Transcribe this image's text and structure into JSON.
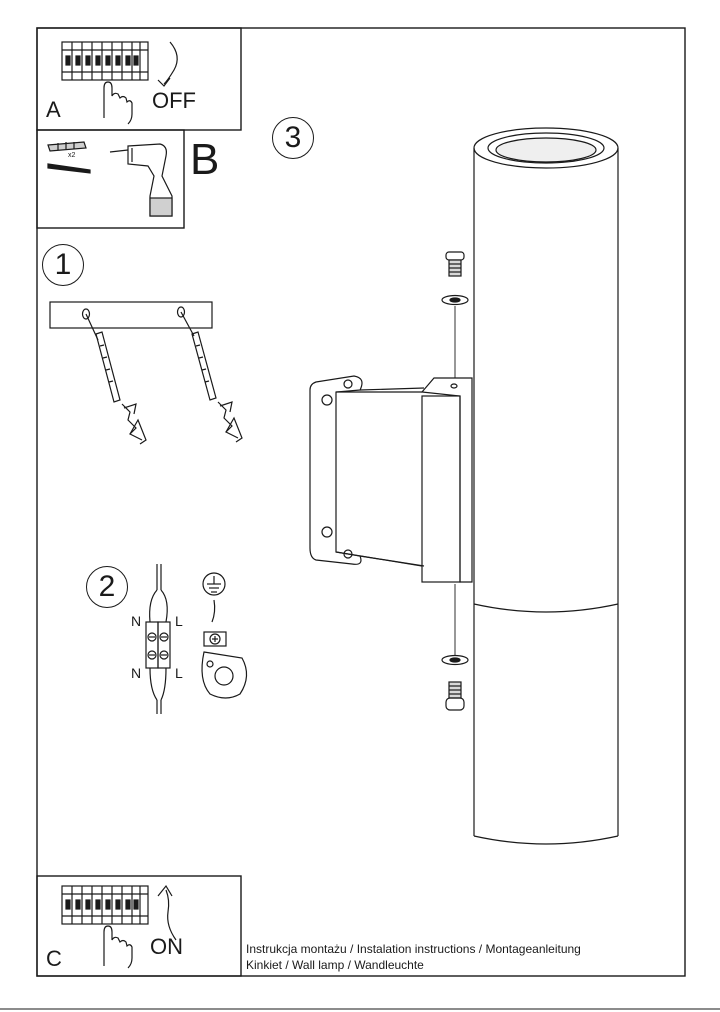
{
  "panels": {
    "a": {
      "letter": "A",
      "action": "OFF"
    },
    "b": {
      "letter": "B",
      "count": "x2"
    },
    "c": {
      "letter": "C",
      "action": "ON"
    }
  },
  "steps": {
    "one": "1",
    "two": "2",
    "three": "3"
  },
  "wiring": {
    "n_top": "N",
    "l_top": "L",
    "n_bottom": "N",
    "l_bottom": "L"
  },
  "caption": {
    "line1": "Instrukcja montażu / Instalation instructions / Montageanleitung",
    "line2": "Kinkiet  / Wall lamp / Wandleuchte"
  },
  "colors": {
    "line": "#1a1a1a",
    "background": "#ffffff"
  }
}
